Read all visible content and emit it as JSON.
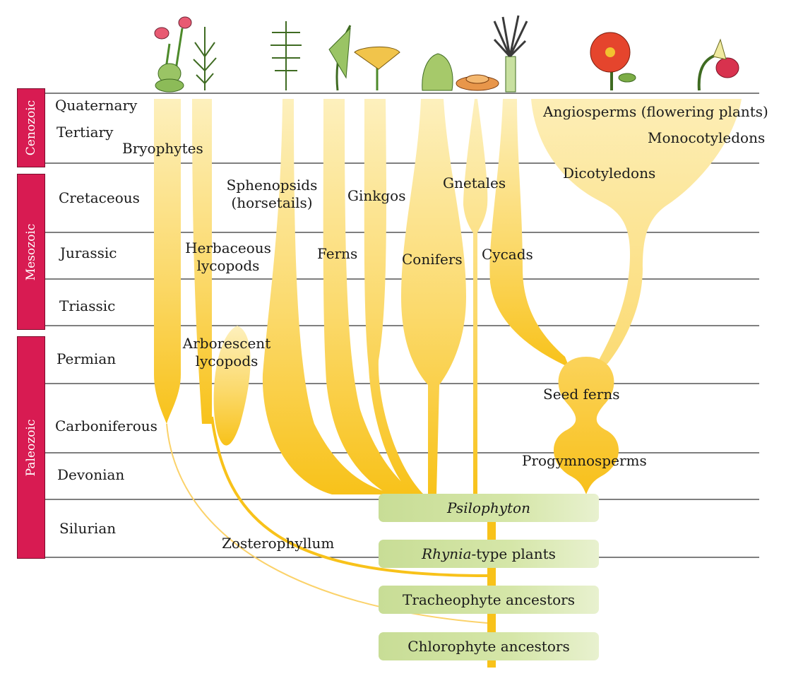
{
  "eras": [
    {
      "name": "Cenozoic"
    },
    {
      "name": "Mesozoic"
    },
    {
      "name": "Paleozoic"
    }
  ],
  "periods": [
    "Quaternary",
    "Tertiary",
    "Cretaceous",
    "Jurassic",
    "Triassic",
    "Permian",
    "Carboniferous",
    "Devonian",
    "Silurian"
  ],
  "groups": {
    "bryophytes": "Bryophytes",
    "sphenopsids_1": "Sphenopsids",
    "sphenopsids_2": "(horsetails)",
    "ginkgos": "Ginkgos",
    "gnetales": "Gnetales",
    "angiosperms": "Angiosperms (flowering plants)",
    "monocotyledons": "Monocotyledons",
    "dicotyledons": "Dicotyledons",
    "herbaceous_1": "Herbaceous",
    "herbaceous_2": "lycopods",
    "ferns": "Ferns",
    "conifers": "Conifers",
    "cycads": "Cycads",
    "arborescent_1": "Arborescent",
    "arborescent_2": "lycopods",
    "seed_ferns": "Seed ferns",
    "progymnosperms": "Progymnosperms",
    "zosterophyllum": "Zosterophyllum"
  },
  "ancestors": {
    "psilophyton": "Psilophyton",
    "rhynia_italic": "Rhynia",
    "rhynia_rest": "-type plants",
    "tracheophyte": "Tracheophyte ancestors",
    "chlorophyte": "Chlorophyte ancestors"
  },
  "colors": {
    "era_fill": "#d81b52",
    "branch_pale": "#fdeeb8",
    "branch_deep": "#f8c21a",
    "ancestor_box": "#cfe2a0"
  }
}
